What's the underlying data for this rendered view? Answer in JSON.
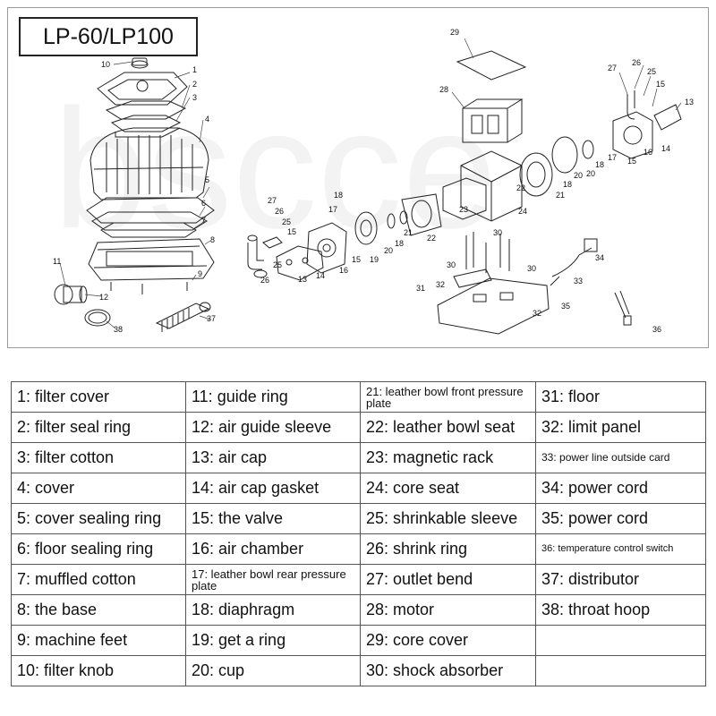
{
  "title": "LP-60/LP100",
  "watermark": "bscce",
  "callouts": [
    "1",
    "2",
    "3",
    "4",
    "5",
    "6",
    "7",
    "8",
    "9",
    "10",
    "11",
    "12",
    "13",
    "14",
    "15",
    "16",
    "17",
    "18",
    "19",
    "20",
    "21",
    "22",
    "23",
    "24",
    "25",
    "26",
    "27",
    "28",
    "29",
    "30",
    "31",
    "32",
    "33",
    "34",
    "35",
    "36",
    "37",
    "38"
  ],
  "parts_table": [
    [
      "1: filter cover",
      "11: guide ring",
      "21: leather bowl front pressure plate",
      "31: floor"
    ],
    [
      "2: filter seal ring",
      "12: air guide sleeve",
      "22: leather bowl seat",
      "32: limit panel"
    ],
    [
      "3: filter cotton",
      "13: air cap",
      "23: magnetic rack",
      "33: power line outside card"
    ],
    [
      "4: cover",
      "14: air cap gasket",
      "24: core seat",
      "34: power cord"
    ],
    [
      "5: cover sealing ring",
      "15: the valve",
      "25: shrinkable sleeve",
      "35: power cord"
    ],
    [
      "6: floor sealing ring",
      "16: air chamber",
      "26: shrink ring",
      "36: temperature control switch"
    ],
    [
      "7: muffled cotton",
      "17: leather bowl rear pressure plate",
      "27: outlet bend",
      "37: distributor"
    ],
    [
      "8: the base",
      "18: diaphragm",
      "28: motor",
      "38: throat hoop"
    ],
    [
      "9: machine feet",
      "19: get a ring",
      "29: core cover",
      ""
    ],
    [
      "10: filter knob",
      "20: cup",
      "30: shock absorber",
      ""
    ]
  ]
}
